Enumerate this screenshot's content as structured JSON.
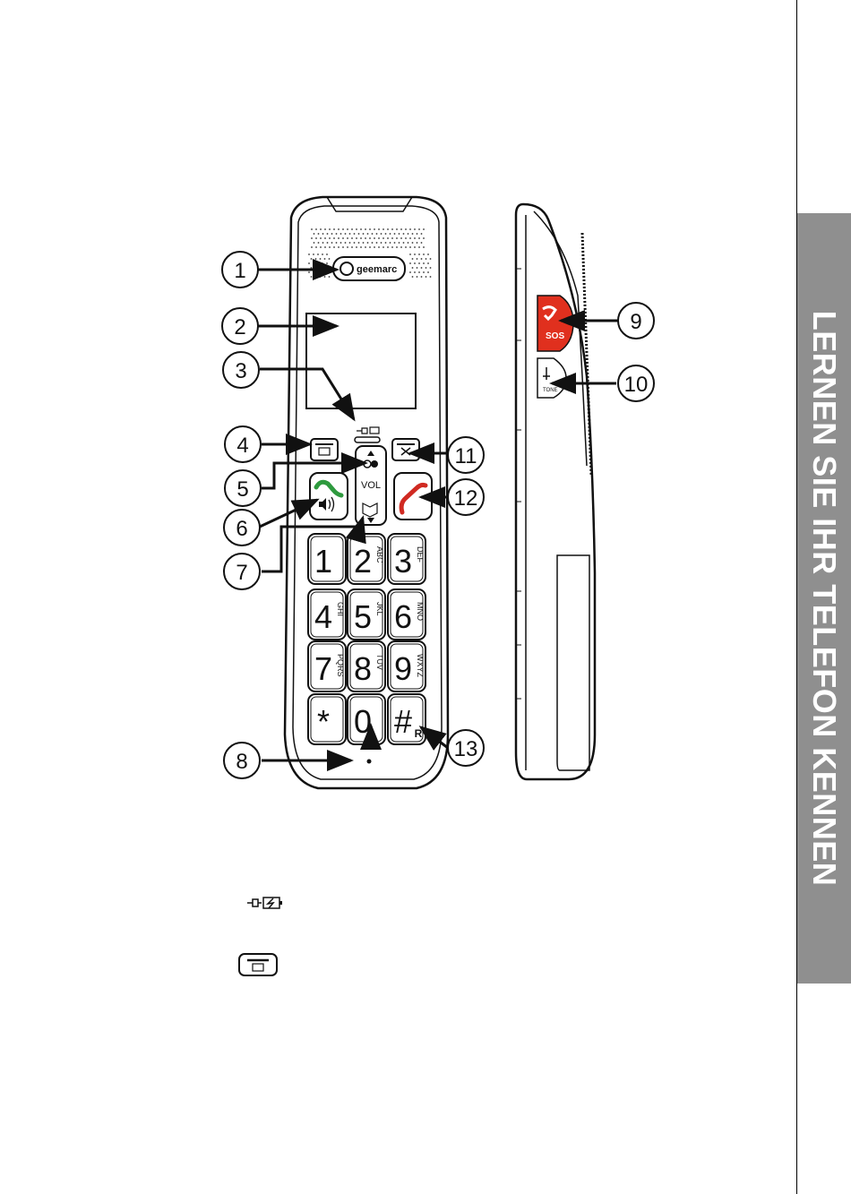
{
  "section_tab": {
    "label": "LERNEN SIE IHR TELEFON KENNEN"
  },
  "handset": {
    "brand": "geemarc",
    "nav_labels": {
      "vol": "VOL"
    },
    "keys": [
      {
        "digit": "1",
        "letters": ""
      },
      {
        "digit": "2",
        "letters": "ABC"
      },
      {
        "digit": "3",
        "letters": "DEF"
      },
      {
        "digit": "4",
        "letters": "GHI"
      },
      {
        "digit": "5",
        "letters": "JKL"
      },
      {
        "digit": "6",
        "letters": "MNO"
      },
      {
        "digit": "7",
        "letters": "PQRS"
      },
      {
        "digit": "8",
        "letters": "TUV"
      },
      {
        "digit": "9",
        "letters": "WXYZ"
      },
      {
        "digit": "*",
        "letters": ""
      },
      {
        "digit": "0",
        "letters": ""
      },
      {
        "digit": "#",
        "letters": "R"
      }
    ],
    "side_buttons": {
      "sos": "SOS",
      "tone": "TONE"
    }
  },
  "callouts": [
    "1",
    "2",
    "3",
    "4",
    "5",
    "6",
    "7",
    "8",
    "9",
    "10",
    "11",
    "12",
    "13"
  ],
  "legend": [
    {
      "icon": "charging-icon"
    },
    {
      "icon": "menu-key-icon"
    }
  ],
  "colors": {
    "tab_gray": "#8f8f8f",
    "sos_red": "#e0301e",
    "green_call": "#2e9a3e",
    "red_call": "#d02a22"
  }
}
